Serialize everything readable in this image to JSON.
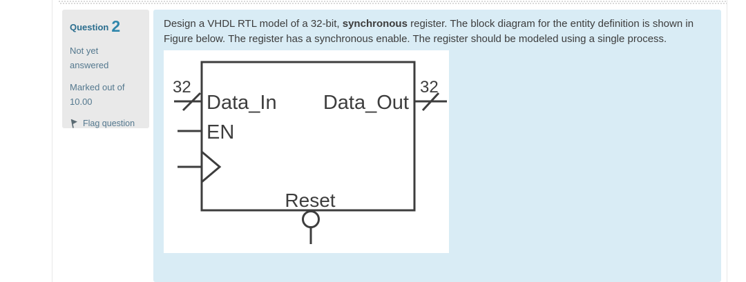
{
  "colors": {
    "content_bg": "#d9ecf5",
    "sidebar_bg": "#e9e9e9",
    "teal_strong": "#2a6d8e",
    "teal_number": "#2f86ab",
    "info_text": "#54788e",
    "body_text": "#3c3c3c",
    "diagram_stroke": "#3d3d3d"
  },
  "sidebar": {
    "header_label": "Question",
    "header_number": "2",
    "status_line": "Not yet answered",
    "grade_line": "Marked out of 10.00",
    "flag_label": "Flag question"
  },
  "question": {
    "text_before_bold": "Design a VHDL RTL model of a 32-bit, ",
    "text_bold": "synchronous",
    "text_after_bold": " register. The block diagram for the entity definition is shown in Figure below. The register has a synchronous enable. The register should be modeled using a single process."
  },
  "figure": {
    "kind": "register-block-diagram",
    "labels": {
      "bus_width_in": "32",
      "bus_width_out": "32",
      "data_in": "Data_In",
      "data_out": "Data_Out",
      "en": "EN",
      "reset": "Reset"
    }
  }
}
